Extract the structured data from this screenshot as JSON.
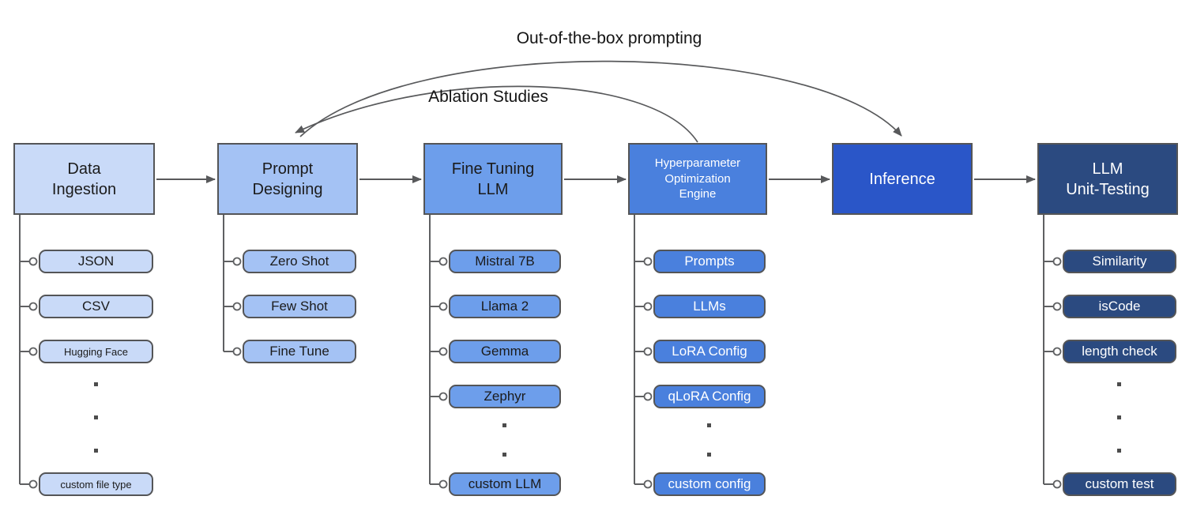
{
  "diagram": {
    "curved_arrows": [
      {
        "label": "Out-of-the-box prompting",
        "from": "prompt-designing",
        "to": "inference"
      },
      {
        "label": "Ablation Studies",
        "from": "hyperparameter-optimization-engine",
        "to": "prompt-designing"
      }
    ],
    "columns": [
      {
        "id": "data-ingestion",
        "title": [
          "Data",
          "Ingestion"
        ],
        "fill": "#c9daf8",
        "text_color": "#1b1b1b",
        "children": [
          {
            "label": "JSON"
          },
          {
            "label": "CSV"
          },
          {
            "label": "Hugging Face",
            "small": true
          },
          {
            "label": "custom file type",
            "small": true
          }
        ],
        "ellipsis_dots": 3
      },
      {
        "id": "prompt-designing",
        "title": [
          "Prompt",
          "Designing"
        ],
        "fill": "#a4c2f4",
        "text_color": "#1b1b1b",
        "children": [
          {
            "label": "Zero Shot"
          },
          {
            "label": "Few Shot"
          },
          {
            "label": "Fine Tune"
          }
        ],
        "ellipsis_dots": 0
      },
      {
        "id": "fine-tuning-llm",
        "title": [
          "Fine Tuning",
          "LLM"
        ],
        "fill": "#6d9eeb",
        "text_color": "#1b1b1b",
        "children": [
          {
            "label": "Mistral 7B"
          },
          {
            "label": "Llama 2"
          },
          {
            "label": "Gemma"
          },
          {
            "label": "Zephyr"
          },
          {
            "label": "custom LLM"
          }
        ],
        "ellipsis_dots": 2
      },
      {
        "id": "hyperparameter-optimization-engine",
        "title": [
          "Hyperparameter",
          "Optimization",
          "Engine"
        ],
        "fill": "#4a80dd",
        "text_color": "#ffffff",
        "children": [
          {
            "label": "Prompts"
          },
          {
            "label": "LLMs"
          },
          {
            "label": "LoRA Config"
          },
          {
            "label": "qLoRA Config"
          },
          {
            "label": "custom config"
          }
        ],
        "ellipsis_dots": 2
      },
      {
        "id": "inference",
        "title": [
          "Inference"
        ],
        "fill": "#2a56c8",
        "text_color": "#ffffff",
        "children": [],
        "ellipsis_dots": 0
      },
      {
        "id": "llm-unit-testing",
        "title": [
          "LLM",
          "Unit-Testing"
        ],
        "fill": "#2b4a80",
        "text_color": "#ffffff",
        "children": [
          {
            "label": "Similarity"
          },
          {
            "label": "isCode"
          },
          {
            "label": "length check"
          },
          {
            "label": "custom test"
          }
        ],
        "ellipsis_dots": 3
      }
    ],
    "colors": {
      "box_border": "#545557",
      "connector": "#5f6062",
      "arrow": "#58595b",
      "dot": "#4c4c4c"
    }
  }
}
